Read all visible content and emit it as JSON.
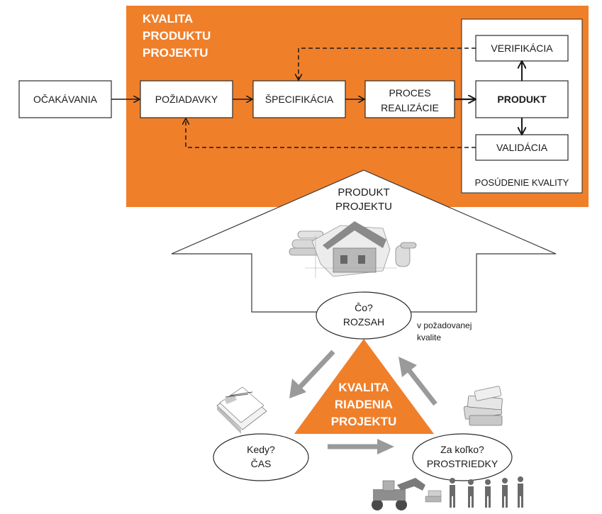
{
  "top_title": [
    "KVALITA",
    "PRODUKTU",
    "PROJEKTU"
  ],
  "boxes": {
    "ocakavania": "OČAKÁVANIA",
    "poziadavky": "POŽIADAVKY",
    "specifikacia": "ŠPECIFIKÁCIA",
    "proces": [
      "PROCES",
      "REALIZÁCIE"
    ],
    "produkt": "PRODUKT",
    "verifikacia": "VERIFIKÁCIA",
    "validacia": "VALIDÁCIA"
  },
  "quality_panel_label": "POSÚDENIE KVALITY",
  "arrow_label": [
    "PRODUKT",
    "PROJEKTU"
  ],
  "nodes": {
    "scope": [
      "Čo?",
      "ROZSAH"
    ],
    "time": [
      "Kedy?",
      "ČAS"
    ],
    "cost": [
      "Za koľko?",
      "PROSTRIEDKY"
    ]
  },
  "scope_note": [
    "v požadovanej",
    "kvalite"
  ],
  "triangle_title": [
    "KVALITA",
    "RIADENIA",
    "PROJEKTU"
  ],
  "colors": {
    "accent": "#f07f2a",
    "arrow_gray": "#9a9a9a"
  },
  "icons": [
    "house-blueprint-icon",
    "calendar-icon",
    "money-stack-icon",
    "construction-workers-icon"
  ]
}
